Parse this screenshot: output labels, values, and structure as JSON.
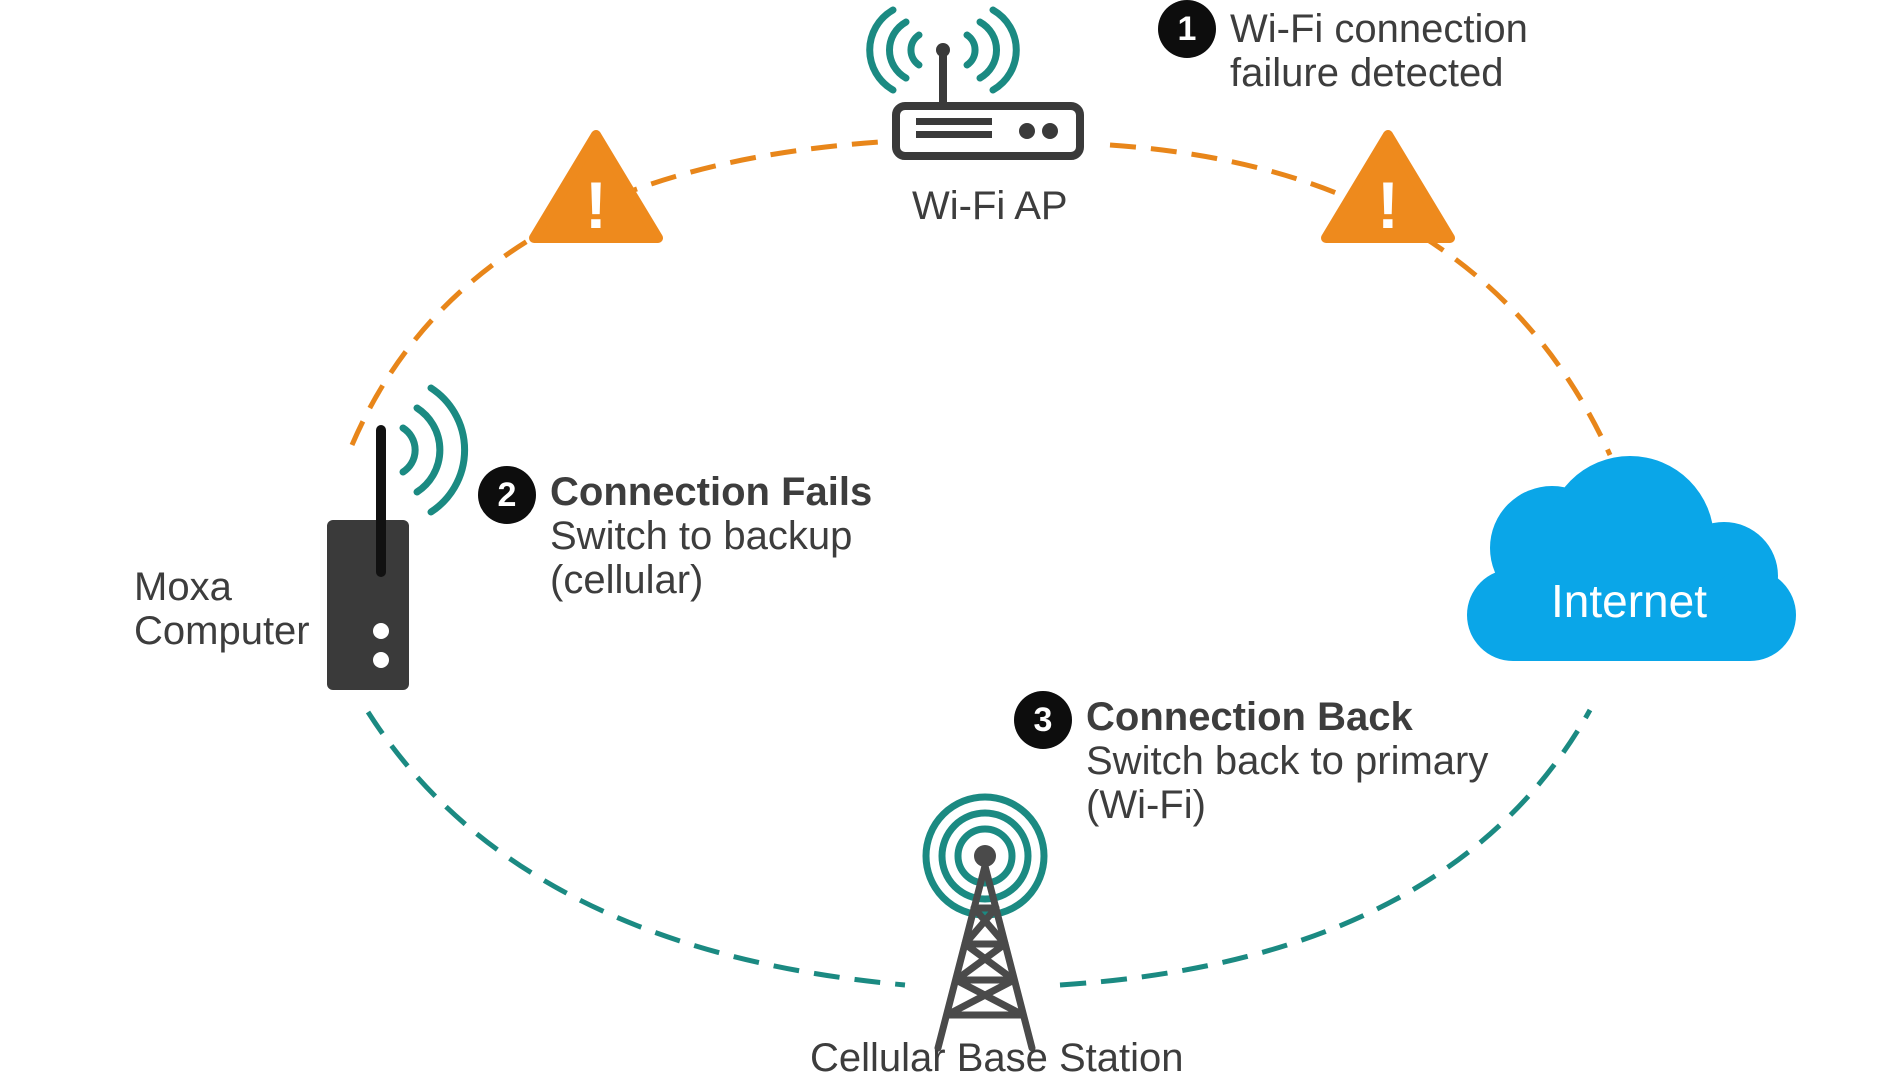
{
  "nodes": {
    "wifi_ap": "Wi-Fi AP",
    "computer": [
      "Moxa",
      "Computer"
    ],
    "internet": "Internet",
    "cellular": "Cellular Base Station"
  },
  "steps": [
    {
      "number": "1",
      "title": "Wi-Fi connection",
      "line2": "failure detected"
    },
    {
      "number": "2",
      "title": "Connection Fails",
      "line2": "Switch to backup",
      "line3": "(cellular)"
    },
    {
      "number": "3",
      "title": "Connection Back",
      "line2": "Switch back to primary",
      "line3": "(Wi-Fi)"
    }
  ],
  "warning_mark": "!",
  "colors": {
    "failed_link": "#e8861a",
    "backup_link": "#1b8a82",
    "signal": "#1b8a82",
    "warning": "#ee8a1d",
    "cloud": "#0aa6e8",
    "device": "#3a3a3a",
    "text": "#3d3d3d"
  },
  "icons": [
    "router-icon",
    "computer-icon",
    "cloud-icon",
    "cell-tower-icon",
    "warning-icon",
    "wifi-signal-icon"
  ]
}
